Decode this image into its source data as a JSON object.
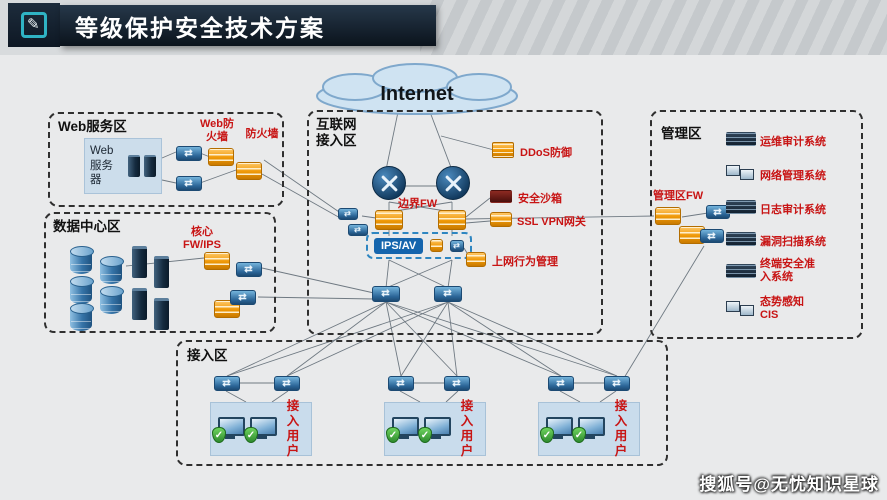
{
  "header": {
    "title": "等级保护安全技术方案"
  },
  "cloud": {
    "label": "Internet"
  },
  "zones": {
    "web": {
      "title": "Web服务区",
      "server_label": "Web服务器",
      "fw1_label": "Web防火墙",
      "fw2_label": "防火墙"
    },
    "datacenter": {
      "title": "数据中心区",
      "core_label": "核心FW/IPS"
    },
    "inet": {
      "title": "互联网接入区",
      "ddos_label": "DDoS防御",
      "border_fw_label": "边界FW",
      "sandbox_label": "安全沙箱",
      "sslvpn_label": "SSL VPN网关",
      "ipsav_label": "IPS/AV",
      "behavior_label": "上网行为管理"
    },
    "mgmt": {
      "title": "管理区",
      "fw_label": "管理区FW",
      "systems": [
        {
          "label": "运维审计系统"
        },
        {
          "label": "网络管理系统"
        },
        {
          "label": "日志审计系统"
        },
        {
          "label": "漏洞扫描系统"
        },
        {
          "label": "终端安全准入系统"
        },
        {
          "label": "态势感知CIS"
        }
      ]
    },
    "access": {
      "title": "接入区",
      "users": [
        {
          "label": "接入用户"
        },
        {
          "label": "接入用户"
        },
        {
          "label": "接入用户"
        }
      ]
    }
  },
  "watermark": "搜狐号@无忧知识星球",
  "colors": {
    "accent_red": "#c81414",
    "firewall_orange": "#f39c12",
    "device_blue": "#2a6496",
    "header_dark": "#121c26",
    "cloud_fill": "#cfe3f2"
  }
}
